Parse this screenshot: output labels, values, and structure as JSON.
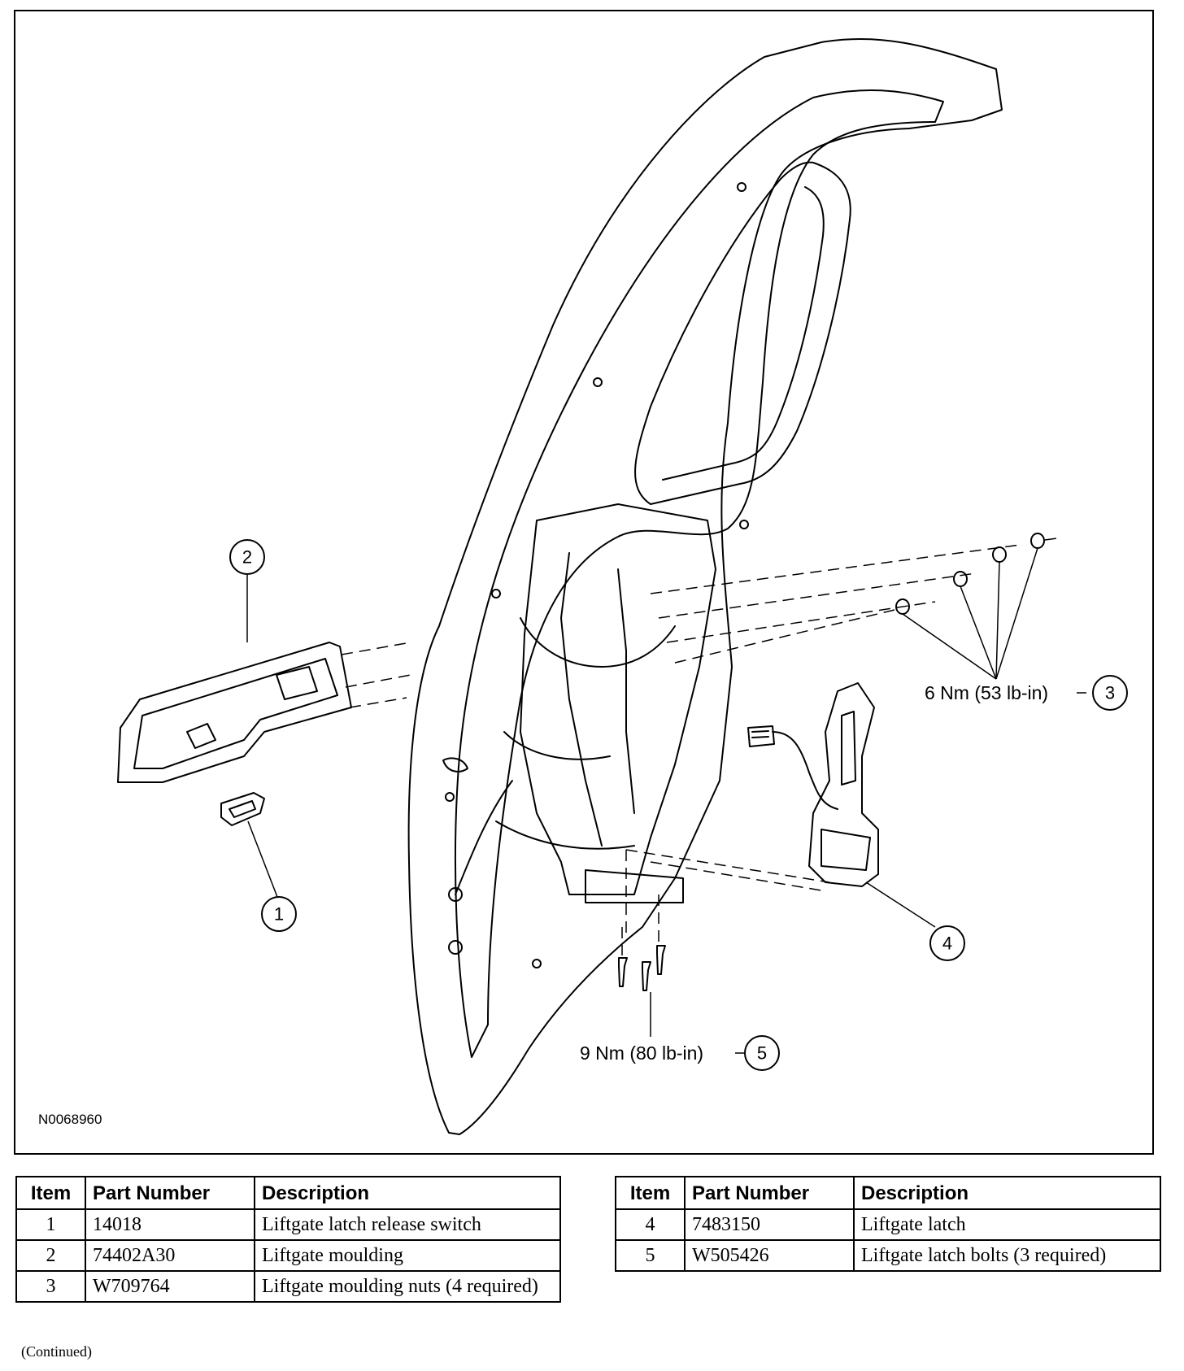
{
  "figure": {
    "id": "N0068960",
    "callouts": [
      {
        "num": "1"
      },
      {
        "num": "2"
      },
      {
        "num": "3",
        "torque": "6 Nm (53 lb-in)"
      },
      {
        "num": "4"
      },
      {
        "num": "5",
        "torque": "9 Nm (80 lb-in)"
      }
    ]
  },
  "table_headers": {
    "item": "Item",
    "part_number": "Part Number",
    "description": "Description"
  },
  "parts_left": [
    {
      "item": "1",
      "part_number": "14018",
      "description": "Liftgate latch release switch"
    },
    {
      "item": "2",
      "part_number": "74402A30",
      "description": "Liftgate moulding"
    },
    {
      "item": "3",
      "part_number": "W709764",
      "description": "Liftgate moulding nuts (4 required)"
    }
  ],
  "parts_right": [
    {
      "item": "4",
      "part_number": "7483150",
      "description": "Liftgate latch"
    },
    {
      "item": "5",
      "part_number": "W505426",
      "description": "Liftgate latch bolts (3 required)"
    }
  ],
  "footer": {
    "continued": "(Continued)"
  }
}
